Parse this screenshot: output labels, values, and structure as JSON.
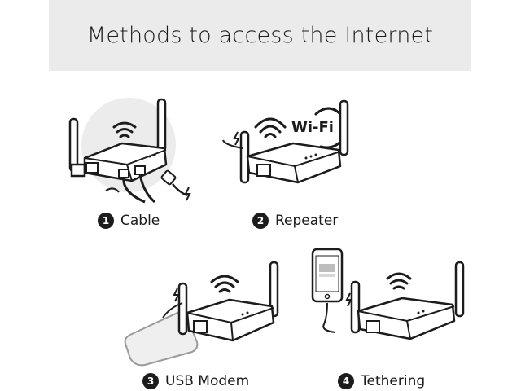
{
  "header": {
    "title": "Methods to access the Internet"
  },
  "methods": [
    {
      "number": "1",
      "label": "Cable"
    },
    {
      "number": "2",
      "label": "Repeater"
    },
    {
      "number": "3",
      "label": "USB Modem"
    },
    {
      "number": "4",
      "label": "Tethering"
    }
  ],
  "repeater_logo": "Wi-Fi",
  "colors": {
    "header_bg": "#ebebeb",
    "ink": "#1c1c1c",
    "bubble": "#ececec"
  },
  "icons": [
    "router-icon",
    "wifi-signal-icon",
    "ethernet-cable-icon",
    "usb-modem-icon",
    "smartphone-icon",
    "lightning-icon"
  ]
}
